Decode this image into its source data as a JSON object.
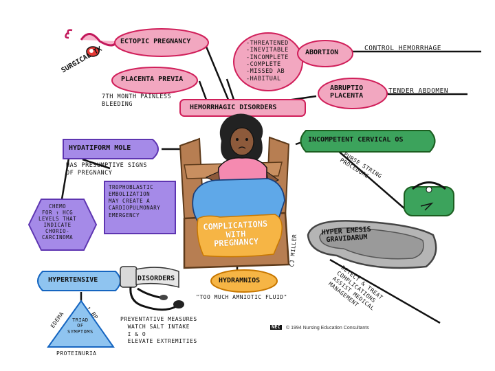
{
  "nodes": {
    "ectopic": "ECTOPIC PREGNANCY",
    "surgical_tx": "SURGICAL TX",
    "placenta_previa": "PLACENTA PREVIA",
    "previa_note": "7TH MONTH PAINLESS\nBLEEDING",
    "abortion_types": "-THREATENED\n-INEVITABLE\n-INCOMPLETE\n-COMPLETE\n-MISSED AB\n-HABITUAL",
    "abortion": "ABORTION",
    "control_hemorrhage": "CONTROL HEMORRHAGE",
    "abruptio": "ABRUPTIO\nPLACENTA",
    "tender_abdomen": "TENDER ABDOMEN",
    "hemorrhagic": "HEMORRHAGIC DISORDERS",
    "hydatiform": "HYDATIFORM MOLE",
    "presumptive": "HAS PRESUMPTIVE SIGNS\nOF PREGNANCY",
    "trophoblastic": "TROPHOBLASTIC\nEMBOLIZATION\nMAY CREATE A\nCARDIOPULMONARY\nEMERGENCY",
    "chemo": "CHEMO\nFOR ↑ HCG\nLEVELS THAT\nINDICATE\nCHORIO-\nCARCINOMA",
    "cervical": "INCOMPETENT CERVICAL OS",
    "purse_string": "PURSE STRING\nPROCEDURE",
    "hyperemesis": "HYPER EMESIS\nGRAVIDARUM",
    "hyperemesis_note": "DETECT & TREAT\nCOMPLICATIONS\nASSIST MEDICAL\nMANAGEMENT",
    "center": "COMPLICATIONS\nWITH\nPREGNANCY",
    "signature": "CJ MILLER",
    "hypertensive": "HYPERTENSIVE",
    "disorders": "DISORDERS",
    "hydramnios": "HYDRAMNIOS",
    "hydramnios_note": "\"TOO MUCH AMNIOTIC FLUID\"",
    "edema": "EDEMA",
    "bp": "↑ BP",
    "triad": "TRIAD\nOF\nSYMPTOMS",
    "proteinuria": "PROTEINURIA",
    "preventative": "PREVENTATIVE MEASURES\n  WATCH SALT INTAKE\n  I & O\n  ELEVATE EXTREMITIES",
    "copyright": "© 1994 Nursing Education Consultants",
    "logo": "NEC"
  },
  "colors": {
    "pink": "#f2a7c0",
    "pink_line": "#d01f5a",
    "purple": "#a58ae8",
    "green": "#3ca35c",
    "blue": "#8fc4f0",
    "orange": "#f6b545",
    "gray": "#b5b5b5",
    "wood": "#b77e52"
  }
}
